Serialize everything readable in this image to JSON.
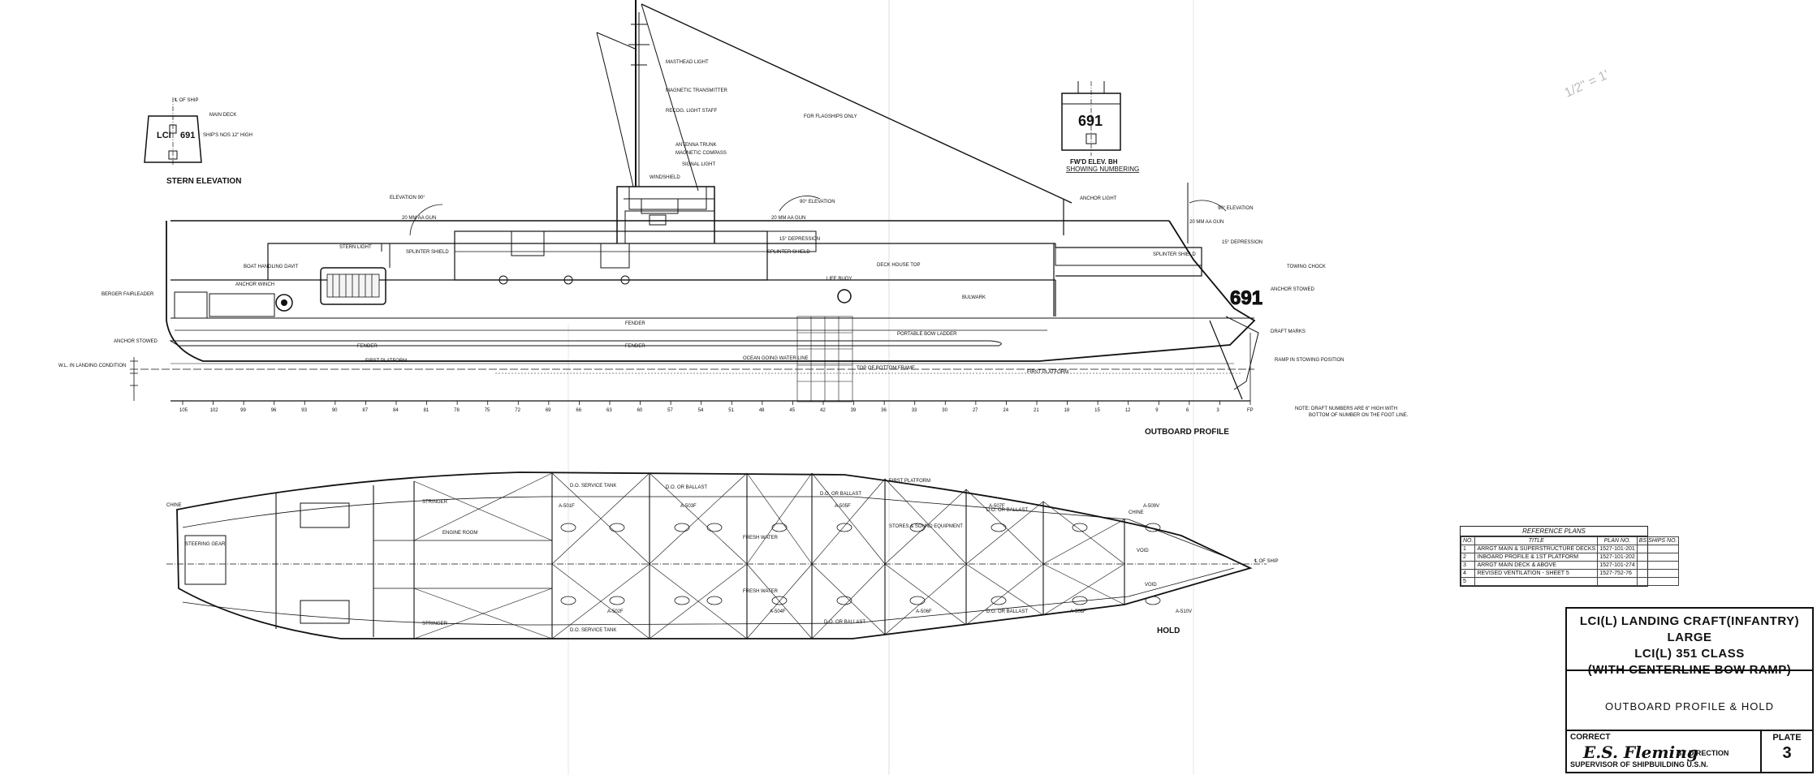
{
  "stern_elevation": {
    "label": "STERN ELEVATION",
    "lci": "LCI",
    "hull_no": "691",
    "note_cl": "℄ OF SHIP",
    "note_main_deck": "MAIN DECK",
    "note_ships_nos": "SHIP'S NOS 12\" HIGH"
  },
  "fwd_elevation": {
    "label": "FW'D ELEV. BH",
    "sub": "SHOWING NUMBERING",
    "hull_no": "691"
  },
  "profile": {
    "title": "OUTBOARD PROFILE",
    "hull_no": "691",
    "labels": {
      "masthead": "MASTHEAD LIGHT",
      "magnetic_transmitter": "MAGNETIC TRANSMITTER",
      "recog_light": "RECOG. LIGHT STAFF",
      "antenna_trunk": "ANTENNA TRUNK",
      "magnetic_compass": "MAGNETIC COMPASS",
      "signal_light": "SIGNAL LIGHT",
      "windshield": "WINDSHIELD",
      "for_flagships": "FOR FLAGSHIPS ONLY",
      "anchor_light": "ANCHOR LIGHT",
      "elevation_left": "ELEVATION 90°",
      "elevation_mid": "90° ELEVATION",
      "elevation_right": "90° ELEVATION",
      "gun_20mm": "20 MM AA GUN",
      "splinter_shield": "SPLINTER SHIELD",
      "stern_light": "STERN LIGHT",
      "boat_handling": "BOAT HANDLING DAVIT",
      "anchor winch": "ANCHOR WINCH",
      "berger": "BERGER FAIRLEADER",
      "anchor_stowed": "ANCHOR STOWED",
      "wl_landing": "W.L. IN LANDING CONDITION",
      "fender": "FENDER",
      "first_platform": "FIRST PLATFORM",
      "bulwark": "BULWARK",
      "towing_chock": "TOWING CHOCK",
      "deck_house": "DECK HOUSE TOP",
      "life_buoy": "LIFE BUOY",
      "portable_bow": "PORTABLE BOW LADDER",
      "ocean_going": "OCEAN GOING WATER LINE",
      "top_bottom": "TOP OF BOTTOM FRAME",
      "ramp_stowing": "RAMP IN STOWING POSITION",
      "note": "NOTE: DRAFT NUMBERS ARE 6\" HIGH WITH",
      "note2": "BOTTOM OF NUMBER ON THE FOOT LINE.",
      "depression": "15° DEPRESSION",
      "draft_marks": "DRAFT MARKS"
    },
    "frame_numbers": [
      "105",
      "102",
      "99",
      "96",
      "93",
      "90",
      "87",
      "84",
      "81",
      "78",
      "75",
      "72",
      "69",
      "66",
      "63",
      "60",
      "57",
      "54",
      "51",
      "48",
      "45",
      "42",
      "39",
      "36",
      "33",
      "30",
      "27",
      "24",
      "21",
      "18",
      "15",
      "12",
      "9",
      "6",
      "3",
      "FP"
    ]
  },
  "hold": {
    "title": "HOLD",
    "labels": {
      "engine_room": "ENGINE ROOM",
      "do_ballast": "D.O. OR BALLAST",
      "fresh_water": "FRESH WATER",
      "do_service": "D.O. SERVICE TANK",
      "void": "VOID",
      "stores": "STORES & SOUND EQUIPMENT",
      "steering_gear": "STEERING GEAR",
      "first_platform": "FIRST PLATFORM",
      "stringer": "STRINGER",
      "chine": "CHINE",
      "cl": "℄ OF SHIP"
    },
    "compartments": [
      "A-501F",
      "A-502F",
      "A-503F",
      "A-504F",
      "A-505F",
      "A-506F",
      "A-507F",
      "A-508F",
      "A-509V",
      "A-510V"
    ]
  },
  "reference_plans": {
    "title": "REFERENCE PLANS",
    "columns": [
      "NO.",
      "TITLE",
      "PLAN NO.",
      "BS SHIPS NO."
    ],
    "rows": [
      [
        "1",
        "ARRGT MAIN & SUPERSTRUCTURE DECKS",
        "1527-101-201",
        ""
      ],
      [
        "2",
        "INBOARD PROFILE & 1ST PLATFORM",
        "1527-101-202",
        ""
      ],
      [
        "3",
        "ARRGT MAIN DECK & ABOVE",
        "1527-101-274",
        ""
      ],
      [
        "4",
        "REVISED VENTILATION - SHEET 5",
        "1527-752-76",
        ""
      ],
      [
        "5",
        "",
        "",
        ""
      ]
    ]
  },
  "title_block": {
    "line1": "LCI(L) LANDING CRAFT(INFANTRY) LARGE",
    "line2": "LCI(L) 351 CLASS",
    "line3": "(WITH CENTERLINE BOW RAMP)",
    "drawing": "OUTBOARD PROFILE & HOLD",
    "correct": "CORRECT",
    "signature": "E.S. Fleming",
    "by_direction": "BY DIRECTION",
    "supervisor": "SUPERVISOR OF SHIPBUILDING U.S.N.",
    "plate_label": "PLATE",
    "plate_no": "3"
  },
  "scribble": "1/2\" = 1'"
}
